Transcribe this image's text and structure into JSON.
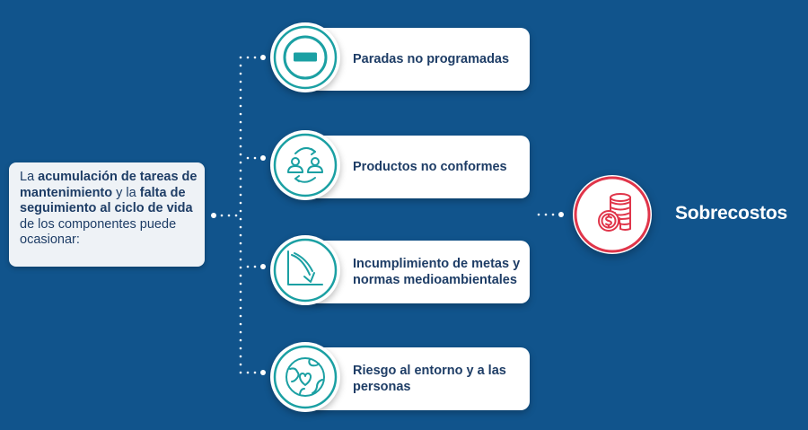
{
  "intro": {
    "t1": "La ",
    "b1": "acumulación de tareas de mantenimiento",
    "t2": " y la ",
    "b2": "falta de seguimiento al ciclo de vida",
    "t3": " de los componentes puede ocasionar:"
  },
  "items": [
    {
      "label": "Paradas no programadas",
      "icon": "minus-circle-icon"
    },
    {
      "label": "Productos no conformes",
      "icon": "exchange-people-icon"
    },
    {
      "label": "Incumplimiento de metas y normas medioambientales",
      "icon": "declining-chart-icon"
    },
    {
      "label": "Riesgo al entorno y a las personas",
      "icon": "globe-heart-icon"
    }
  ],
  "result": {
    "label": "Sobrecostos",
    "icon": "coins-stack-icon"
  },
  "colors": {
    "background": "#11548c",
    "teal": "#1ba0a3",
    "text_dark": "#1e3d66",
    "accent_red": "#e0354a"
  }
}
